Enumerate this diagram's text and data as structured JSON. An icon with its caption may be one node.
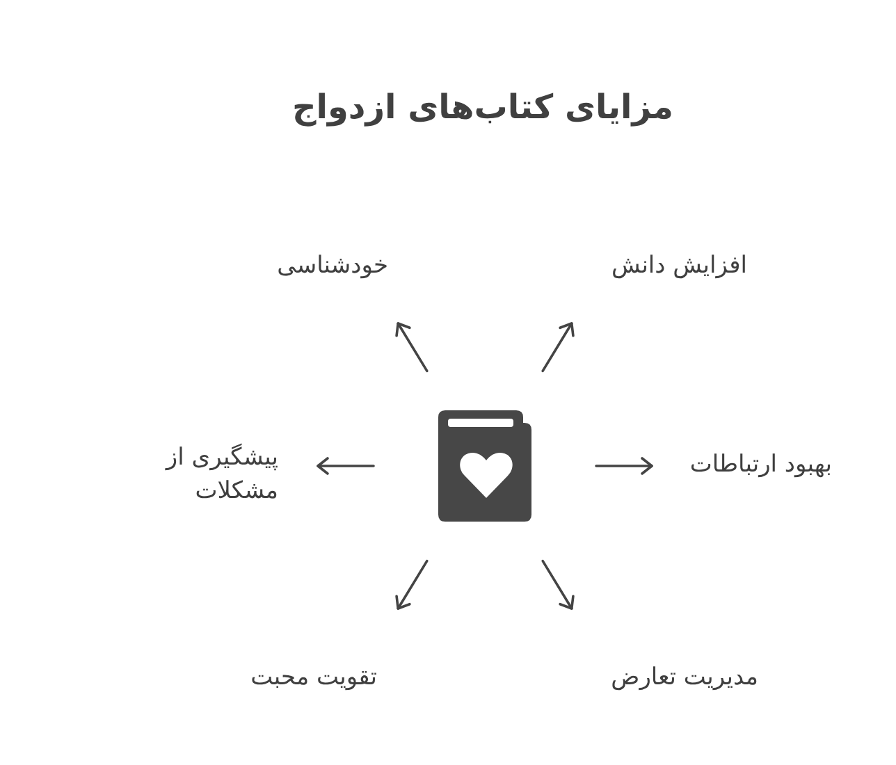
{
  "diagram": {
    "title": "مزایای کتاب‌های ازدواج",
    "nodes": [
      {
        "text": [
          "افزایش دانش"
        ]
      },
      {
        "text": [
          "خودشناسی"
        ]
      },
      {
        "text": [
          "بهبود ارتباطات"
        ]
      },
      {
        "text": [],
        "shape": "picture"
      },
      {
        "text": [
          "پیشگیری از مشکلات"
        ]
      },
      {
        "text": [
          "مدیریت تعارض"
        ]
      },
      {
        "text": [
          "تقویت محبت"
        ]
      }
    ],
    "edges": [
      {
        "from": 3,
        "to": 0,
        "arrow": "to"
      },
      {
        "from": 3,
        "to": 1,
        "arrow": "to"
      },
      {
        "from": 3,
        "to": 2,
        "arrow": "to"
      },
      {
        "from": 3,
        "to": 4,
        "arrow": "to"
      },
      {
        "from": 3,
        "to": 5,
        "arrow": "to"
      },
      {
        "from": 3,
        "to": 6,
        "arrow": "to"
      }
    ]
  }
}
